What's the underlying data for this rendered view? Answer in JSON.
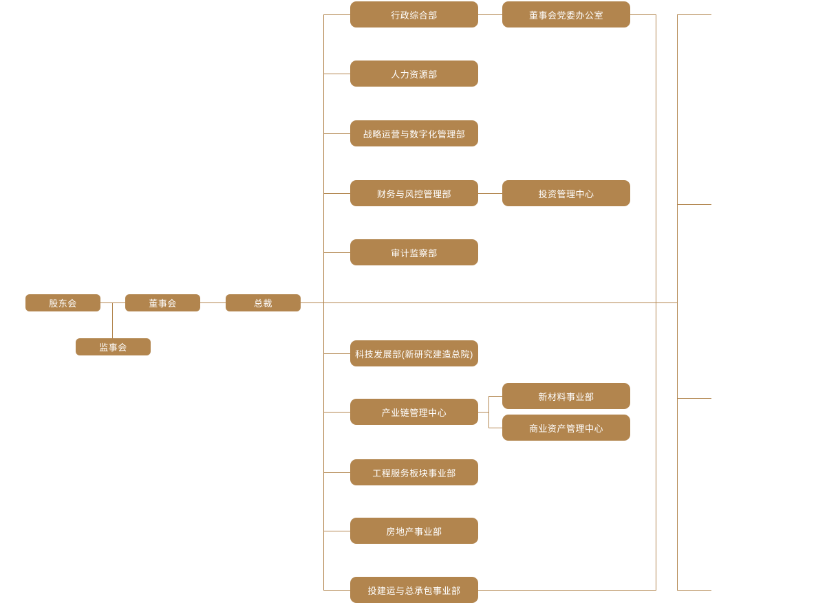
{
  "colors": {
    "box_fill": "#b2854e",
    "line": "#b2854e",
    "text": "#ffffff",
    "background": "#ffffff"
  },
  "org": {
    "governance": {
      "shareholders": "股东会",
      "board": "董事会",
      "president": "总裁",
      "supervisory": "监事会"
    },
    "departments": [
      "行政综合部",
      "人力资源部",
      "战略运营与数字化管理部",
      "财务与风控管理部",
      "审计监察部",
      "科技发展部(新研究建造总院)",
      "产业链管理中心",
      "工程服务板块事业部",
      "房地产事业部",
      "投建运与总承包事业部"
    ],
    "attached": {
      "board_party_office": "董事会党委办公室",
      "investment_center": "投资管理中心",
      "new_materials_division": "新材料事业部",
      "commercial_assets_center": "商业资产管理中心"
    }
  }
}
